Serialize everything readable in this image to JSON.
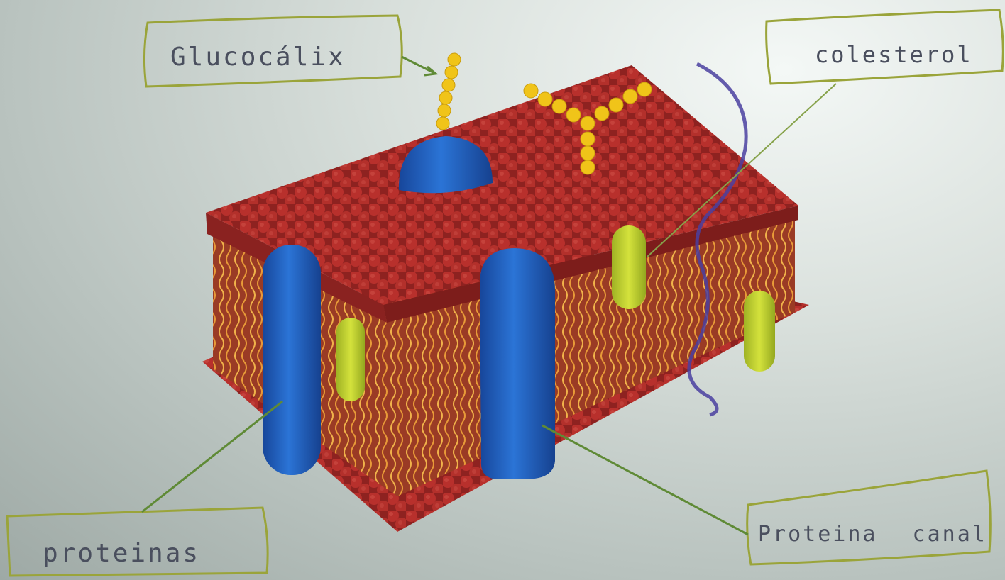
{
  "labels": {
    "glucocalix": "Glucocálix",
    "colesterol": "colesterol",
    "proteinas": "proteinas",
    "proteina_canal": "Proteina canal"
  },
  "colors": {
    "phospholipid_heads": "#b8302c",
    "fatty_tails": "#e8a23a",
    "proteins": "#1f5fc4",
    "cholesterol": "#c2d62e",
    "glycocalyx": "#f0c419",
    "label_outline": "#9aa43a",
    "pen_ink": "#4a4f5e"
  }
}
